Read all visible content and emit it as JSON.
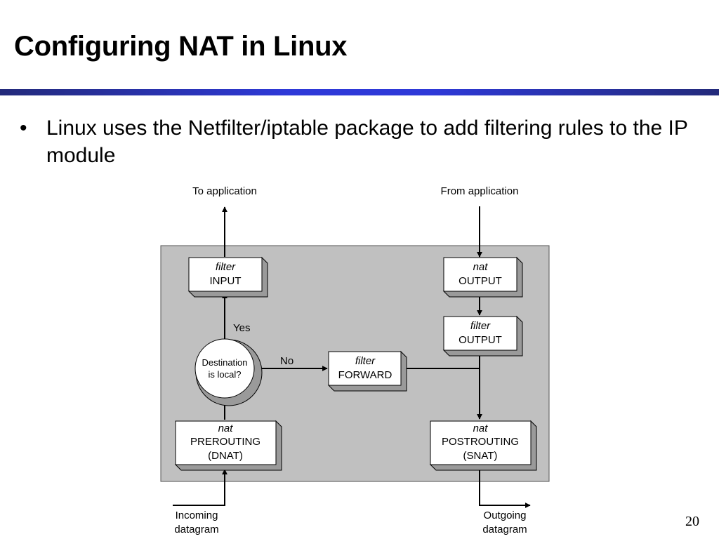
{
  "slide": {
    "title": "Configuring NAT in Linux",
    "bullet_marker": "•",
    "bullet": "Linux uses the Netfilter/iptable package to add filtering rules to the IP module",
    "page_number": "20"
  },
  "diagram": {
    "labels": {
      "to_application": "To application",
      "from_application": "From application",
      "incoming_1": "Incoming",
      "incoming_2": "datagram",
      "outgoing_1": "Outgoing",
      "outgoing_2": "datagram",
      "yes": "Yes",
      "no": "No"
    },
    "decision": {
      "line1": "Destination",
      "line2": "is local?"
    },
    "boxes": {
      "filter_input": {
        "table": "filter",
        "chain": "INPUT"
      },
      "nat_output": {
        "table": "nat",
        "chain": "OUTPUT"
      },
      "filter_output": {
        "table": "filter",
        "chain": "OUTPUT"
      },
      "filter_forward": {
        "table": "filter",
        "chain": "FORWARD"
      },
      "nat_prerouting": {
        "table": "nat",
        "chain": "PREROUTING",
        "note": "(DNAT)"
      },
      "nat_postrouting": {
        "table": "nat",
        "chain": "POSTROUTING",
        "note": "(SNAT)"
      }
    },
    "colors": {
      "panel": "#c0c0c0",
      "shadow": "#9a9a9a",
      "box": "#ffffff"
    }
  }
}
